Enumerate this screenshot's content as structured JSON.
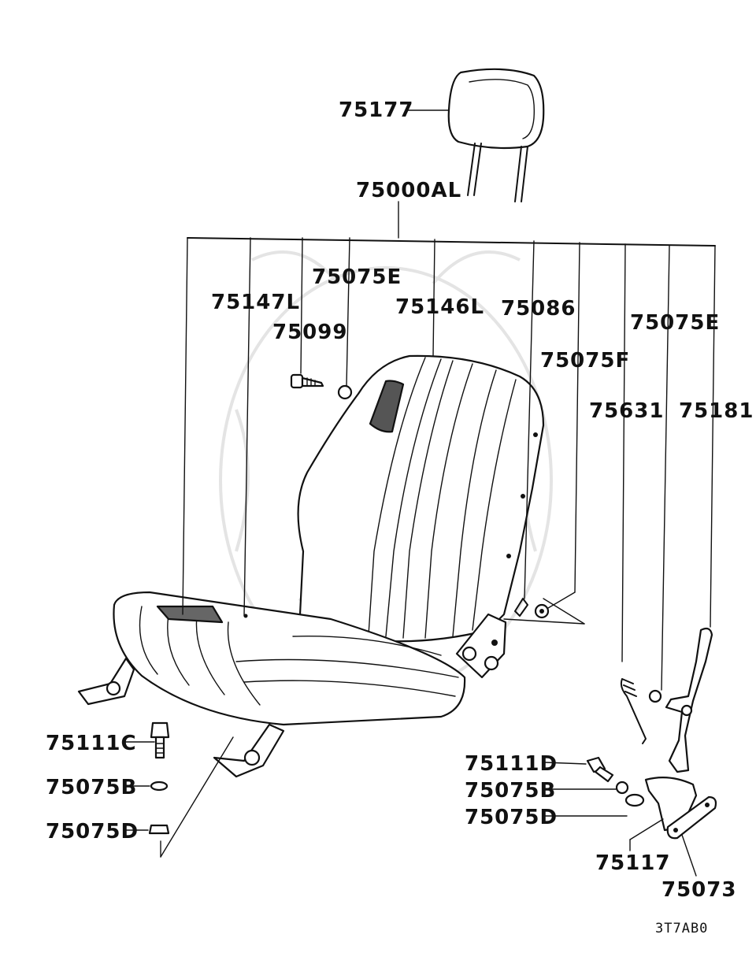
{
  "diagram": {
    "code": "3T7AB0",
    "labels": {
      "headrest": "75177",
      "seat_assembly": "75000AL",
      "seat_cushion": "75147L",
      "screw_75099": "75099",
      "cap_75075e_left": "75075E",
      "seat_back": "75146L",
      "clip_75086": "75086",
      "cap_75075e_right": "75075E",
      "washer_75075f": "75075F",
      "spring_75631": "75631",
      "lever_75181": "75181",
      "bolt_75111c": "75111C",
      "washer_75075b_left": "75075B",
      "nut_75075d_left": "75075D",
      "bolt_75111d": "75111D",
      "washer_75075b_right": "75075B",
      "nut_75075d_right": "75075D",
      "bracket_75117": "75117",
      "plate_75073": "75073"
    }
  }
}
